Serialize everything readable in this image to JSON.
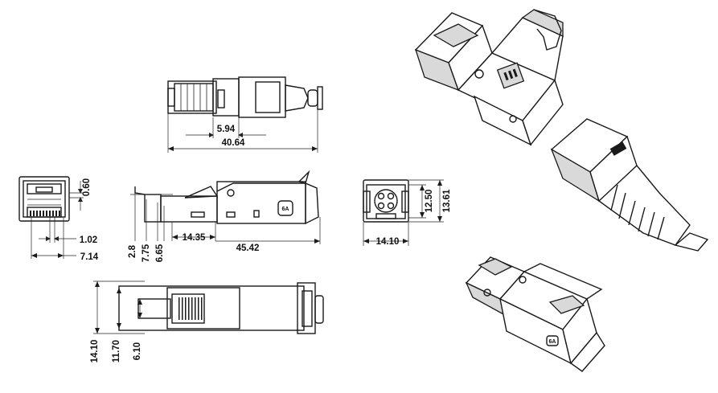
{
  "dimensions": {
    "top_view": {
      "inner_length": "5.94",
      "total_length": "40.64"
    },
    "front_view": {
      "small": "0.60",
      "pin_width": "1.02",
      "width": "7.14"
    },
    "side_view": {
      "h1": "2.8",
      "h2": "7.75",
      "h3": "6.65",
      "length_a": "14.35",
      "length_total": "45.42"
    },
    "rear_view": {
      "width": "14.10",
      "height_a": "12.50",
      "height_b": "13.61"
    },
    "bottom_view": {
      "width": "14.10",
      "inner_width": "11.70",
      "contact_width": "6.10"
    }
  },
  "markings": {
    "category_label": "6A"
  }
}
